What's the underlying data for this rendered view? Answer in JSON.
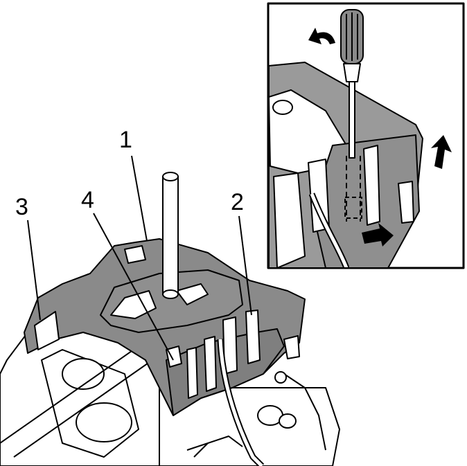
{
  "callouts": {
    "one": "1",
    "two": "2",
    "three": "3",
    "four": "4"
  },
  "colors": {
    "housing_fill": "#8a8a8a",
    "line": "#000000",
    "background": "#ffffff",
    "inset_shade": "#9a9a9a"
  },
  "icons": [
    "screwdriver-icon",
    "rotate-arrow-icon",
    "up-arrow-icon",
    "right-arrow-icon"
  ]
}
